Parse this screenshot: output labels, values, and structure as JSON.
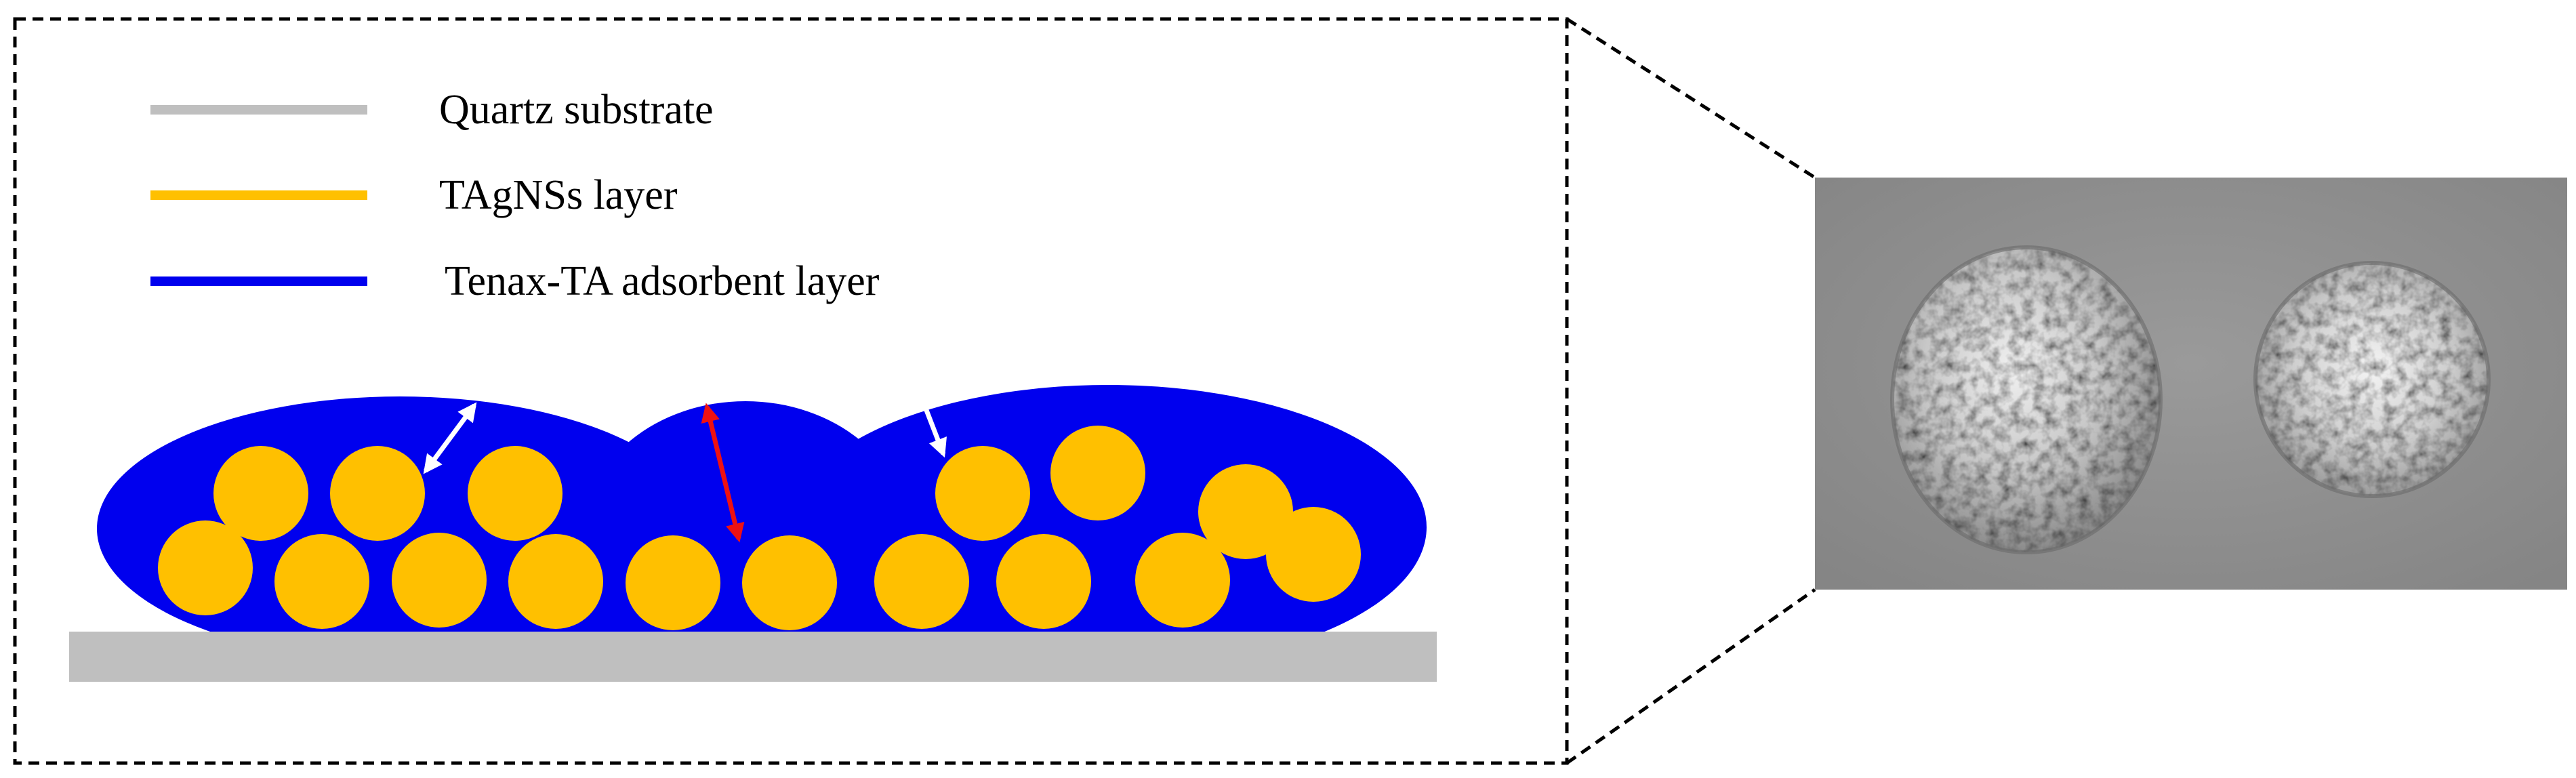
{
  "legend": {
    "items": [
      {
        "label": "Quartz substrate",
        "color": "#bfbfbf"
      },
      {
        "label": "TAgNSs layer",
        "color": "#ffc000"
      },
      {
        "label": "Tenax-TA adsorbent layer",
        "color": "#0000ee"
      }
    ]
  },
  "colors": {
    "substrate": "#bfbfbf",
    "nanosheet": "#ffc000",
    "adsorbent": "#0000ee",
    "arrow_white": "#ffffff",
    "arrow_red": "#ee1111",
    "frame": "#000000",
    "photo_background": "#8e8e8e"
  }
}
